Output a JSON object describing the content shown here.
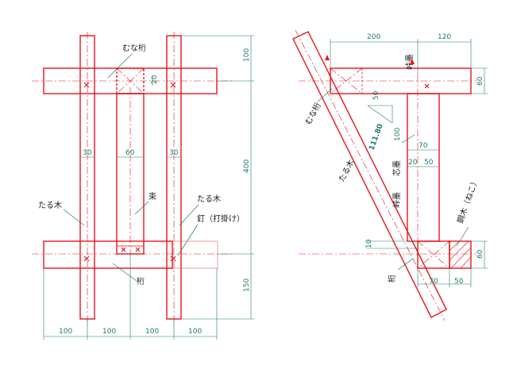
{
  "left": {
    "labels": {
      "munageta": "むな桁",
      "tarugi_left": "たる木",
      "tarugi_right": "たる木",
      "tsuka": "束",
      "kugi": "釘（打掛け）",
      "keta": "桁"
    },
    "dims": {
      "d30_left": "30",
      "d60_tsuka": "60",
      "d30_right": "30",
      "d20": "20",
      "v100": "100",
      "v400": "400",
      "v150": "150",
      "b1": "100",
      "b2": "100",
      "b3": "100",
      "b4": "100"
    }
  },
  "right": {
    "labels": {
      "munageta": "むな桁",
      "tarugi": "たる木",
      "sumi_top": "峠墨",
      "sumi_mid": "峠墨",
      "shin": "芯墨",
      "keta": "桁",
      "neko": "鋼木（ねこ）"
    },
    "dims": {
      "top200": "200",
      "top120": "120",
      "r60_top": "60",
      "slope50": "50",
      "slope100": "100",
      "angle": "111.80",
      "d70": "70",
      "d20": "20",
      "d50": "50",
      "d10": "10",
      "bot70": "70",
      "bot50": "50",
      "r60_bot": "60"
    }
  }
}
